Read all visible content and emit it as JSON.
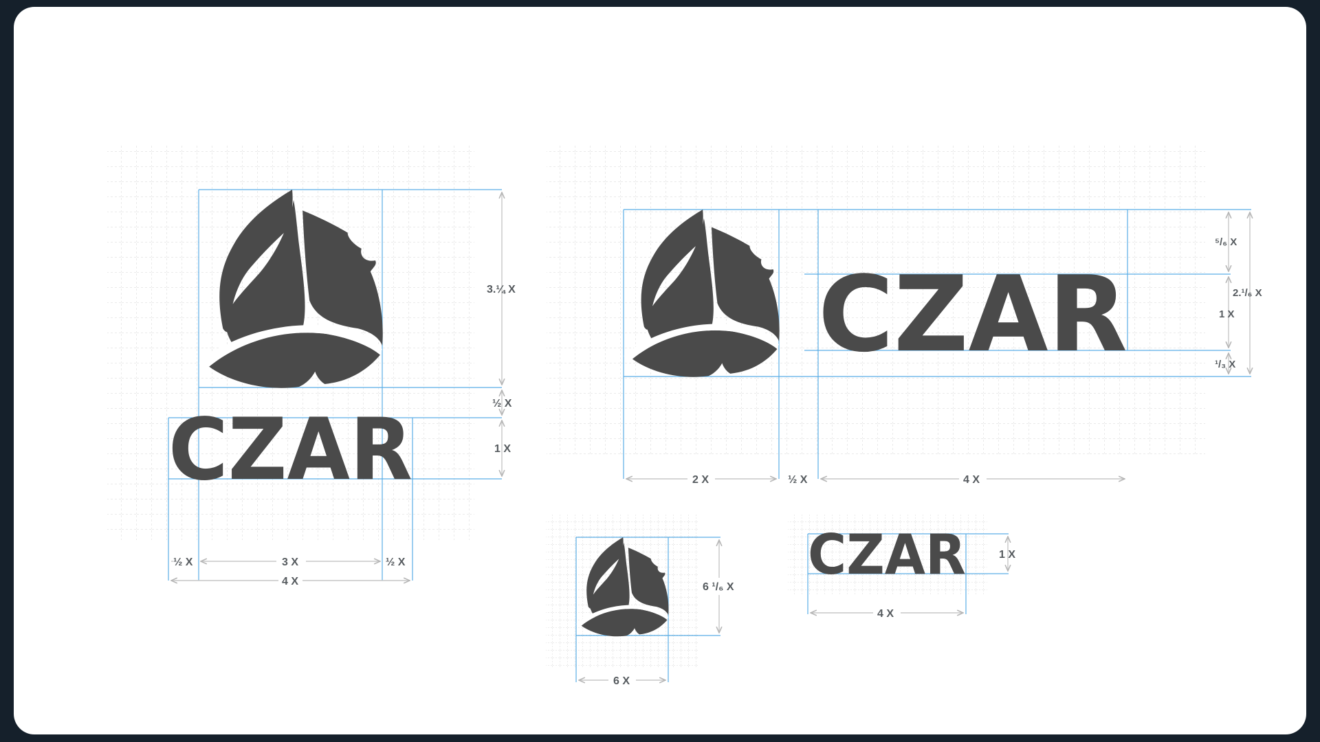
{
  "brand": {
    "wordmark": "CZAR",
    "mark_icon": "three-leaf-triangle-icon",
    "colors": {
      "logo": "#4a4a4a",
      "guide": "#5aaee6",
      "grid": "#d4d4d4",
      "dimension": "#c7c7c7",
      "label": "#555a5e",
      "frame": "#15202b",
      "canvas": "#ffffff"
    }
  },
  "layouts": {
    "stacked": {
      "mark_height": "3.¼ X",
      "gap": "½ X",
      "wordmark_height": "1 X",
      "left_margin": "½ X",
      "mark_width": "3 X",
      "right_margin": "½ X",
      "total_width": "4 X"
    },
    "horizontal": {
      "top_offset": "⁵/₆ X",
      "total_height": "2.¹/₆ X",
      "wordmark_height": "1 X",
      "bottom_offset": "¹/₃ X",
      "mark_width": "2 X",
      "gap": "½ X",
      "wordmark_width": "4 X"
    },
    "icon_only": {
      "height": "6 ¹/₆ X",
      "width": "6 X"
    },
    "wordmark_only": {
      "height": "1 X",
      "width": "4 X"
    }
  }
}
